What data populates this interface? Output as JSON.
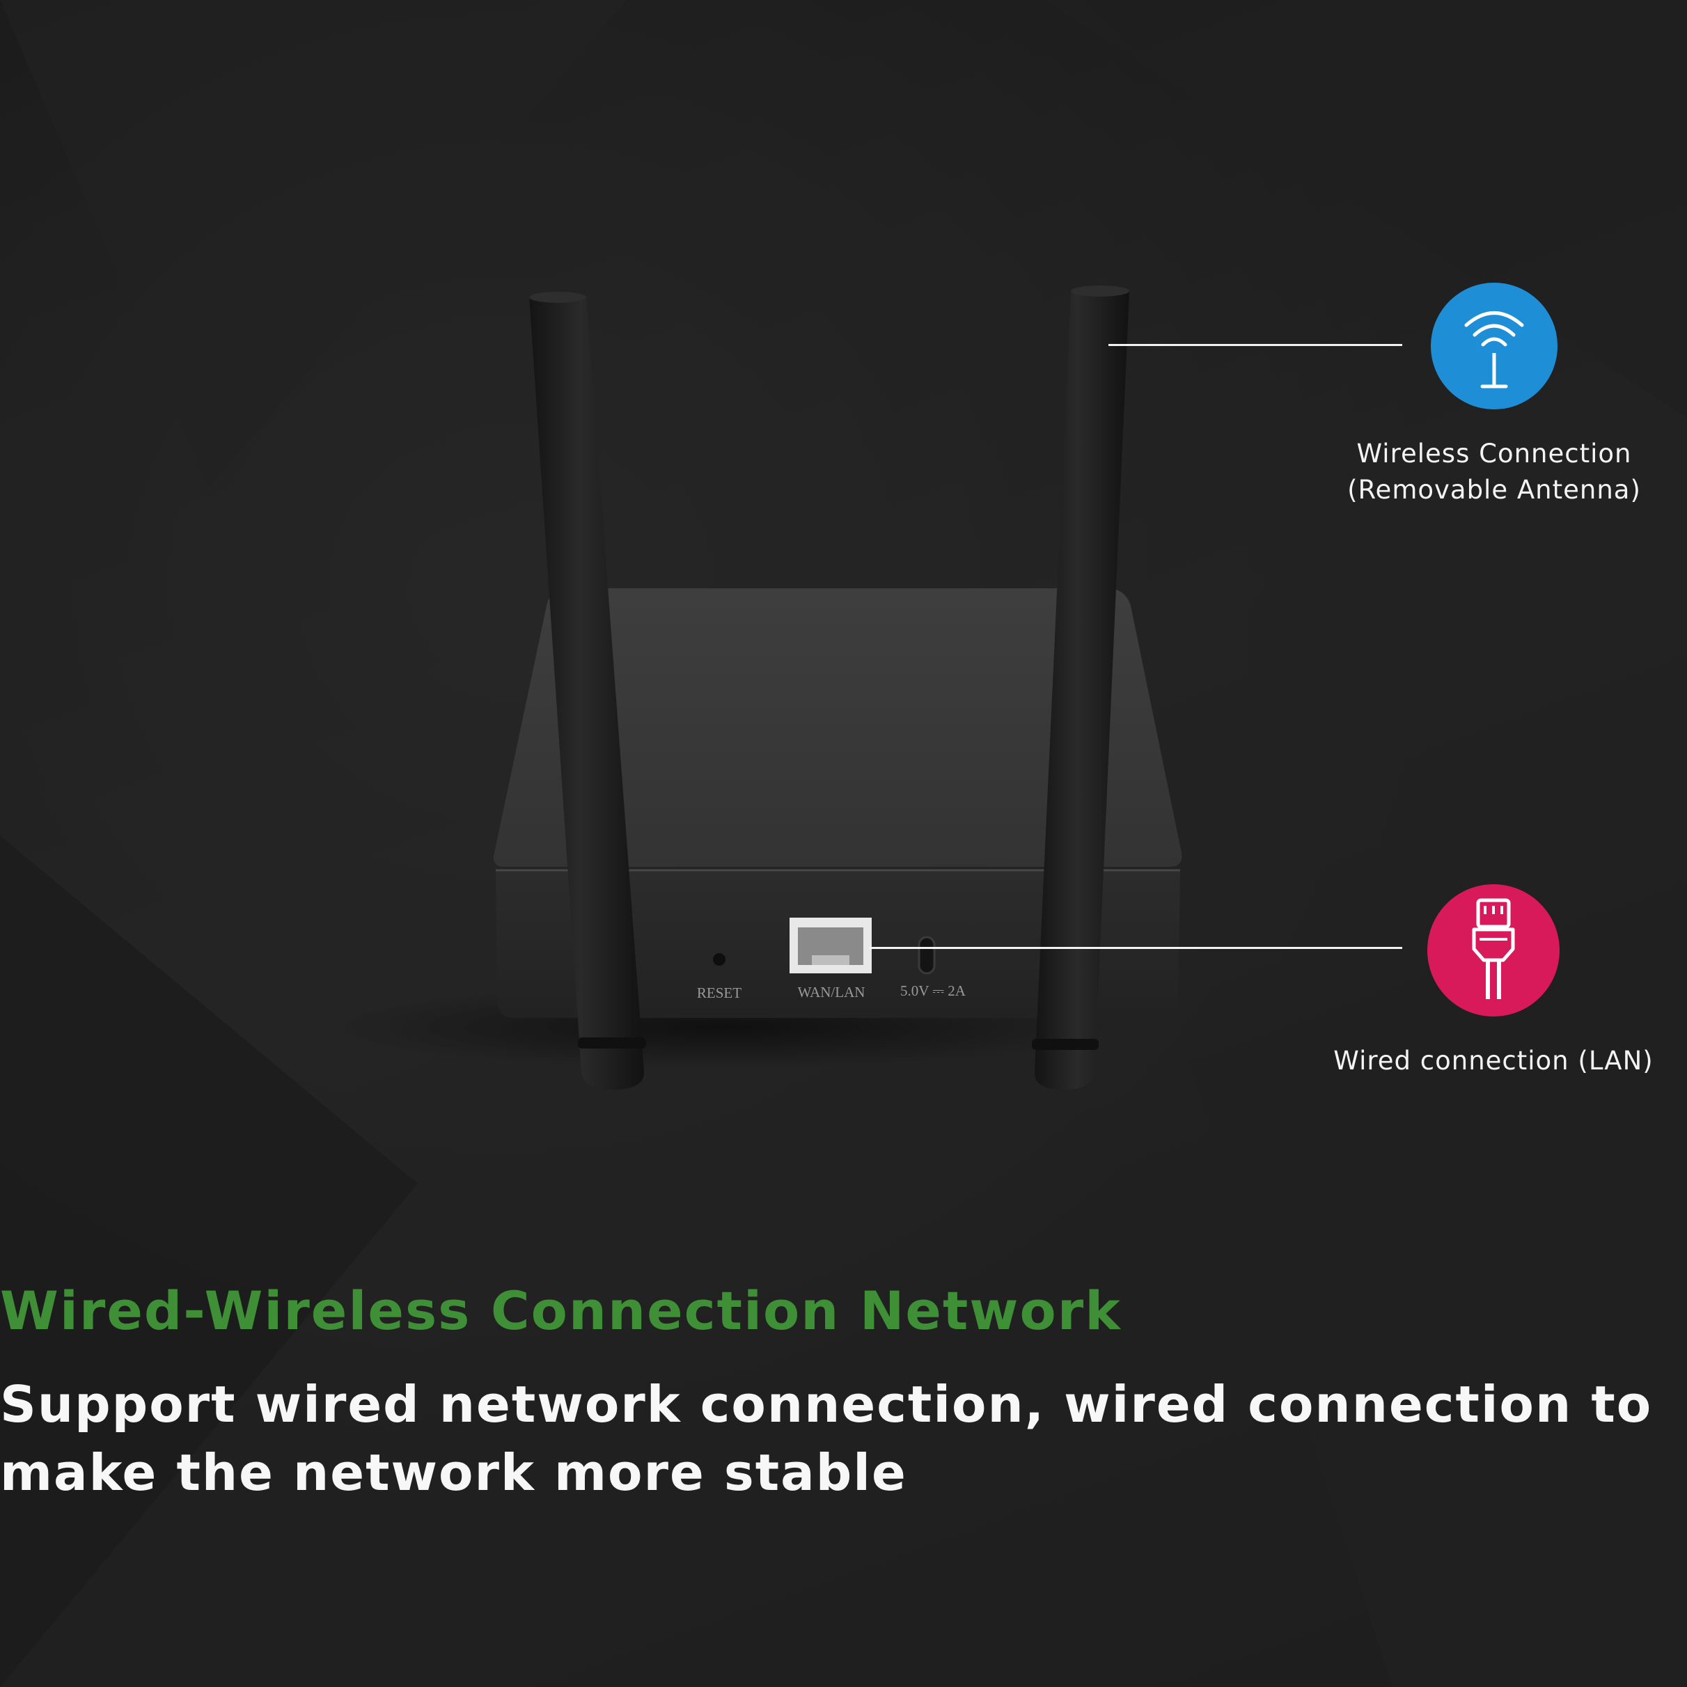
{
  "product": {
    "port_labels": {
      "reset": "RESET",
      "wan_lan": "WAN/LAN",
      "power_rating": "5.0V ⎓ 2A"
    }
  },
  "callouts": [
    {
      "icon": "wireless-antenna-icon",
      "color": "#1e8fd6",
      "label_line1": "Wireless Connection",
      "label_line2": "(Removable Antenna)"
    },
    {
      "icon": "ethernet-plug-icon",
      "color": "#d8195a",
      "label_line1": "Wired connection (LAN)"
    }
  ],
  "headline": "Wired-Wireless Connection Network",
  "headline_color": "#3f8f36",
  "body_text": "Support wired network connection, wired connection to make the network more stable"
}
